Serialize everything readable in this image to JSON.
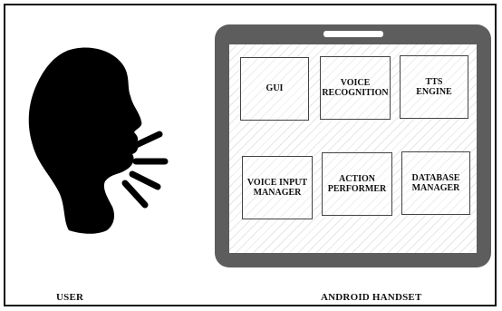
{
  "diagram": {
    "user_label": "USER",
    "device_label": "ANDROID HANDSET",
    "modules": [
      {
        "label": "GUI"
      },
      {
        "label": "VOICE\nRECOGNITION"
      },
      {
        "label": "TTS\nENGINE"
      },
      {
        "label": "VOICE INPUT\nMANAGER"
      },
      {
        "label": "ACTION\nPERFORMER"
      },
      {
        "label": "DATABASE\nMANAGER"
      }
    ],
    "colors": {
      "device_body": "#5d5d5d",
      "silhouette": "#000000"
    },
    "icons": [
      "speaking-person-icon",
      "sound-waves-icon",
      "tablet-speaker-icon"
    ]
  }
}
